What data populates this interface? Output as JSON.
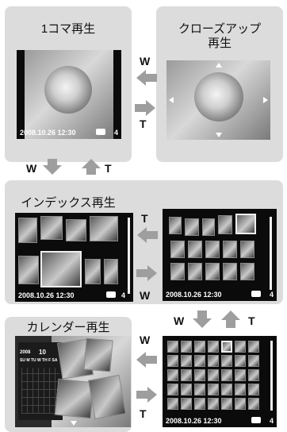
{
  "single": {
    "title": "1コマ再生",
    "status": "2008.10.26  12:30",
    "count": "4"
  },
  "closeup": {
    "title_line1": "クローズアップ",
    "title_line2": "再生"
  },
  "index": {
    "title": "インデックス再生",
    "status": "2008.10.26  12:30",
    "count": "4"
  },
  "calendar": {
    "title": "カレンダー再生",
    "year": "2008",
    "month": "10",
    "days_header": "SU M TU W TH F SA"
  },
  "index2": {
    "status": "2008.10.26  12:30",
    "count": "4"
  },
  "labels": {
    "w": "W",
    "t": "T"
  },
  "colors": {
    "panel": "#dcdcdc",
    "arrow": "#9e9e9e",
    "screen": "#0b0b0b"
  }
}
